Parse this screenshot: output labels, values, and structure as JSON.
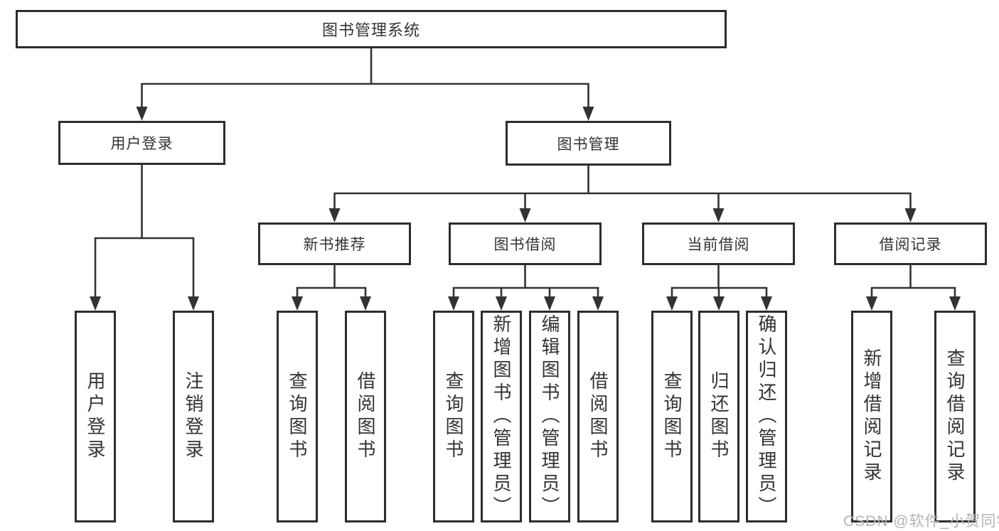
{
  "tree": {
    "root": {
      "label": "图书管理系统"
    },
    "children": [
      {
        "label": "用户登录",
        "children": [
          {
            "label": "用户登录"
          },
          {
            "label": "注销登录"
          }
        ]
      },
      {
        "label": "图书管理",
        "children": [
          {
            "label": "新书推荐",
            "children": [
              {
                "label": "查询图书"
              },
              {
                "label": "借阅图书"
              }
            ]
          },
          {
            "label": "图书借阅",
            "children": [
              {
                "label": "查询图书"
              },
              {
                "label": "新增图书（管理员）"
              },
              {
                "label": "编辑图书（管理员）"
              },
              {
                "label": "借阅图书"
              }
            ]
          },
          {
            "label": "当前借阅",
            "children": [
              {
                "label": "查询图书"
              },
              {
                "label": "归还图书"
              },
              {
                "label": "确认归还（管理员）"
              }
            ]
          },
          {
            "label": "借阅记录",
            "children": [
              {
                "label": "新增借阅记录"
              },
              {
                "label": "查询借阅记录"
              }
            ]
          }
        ]
      }
    ]
  },
  "watermark": {
    "text": "CSDN @软件_小贺同学"
  },
  "colors": {
    "line": "#333333",
    "box_border": "#2d2d2d",
    "text": "#333333",
    "watermark": "#b3b3b3",
    "background": "#ffffff"
  }
}
